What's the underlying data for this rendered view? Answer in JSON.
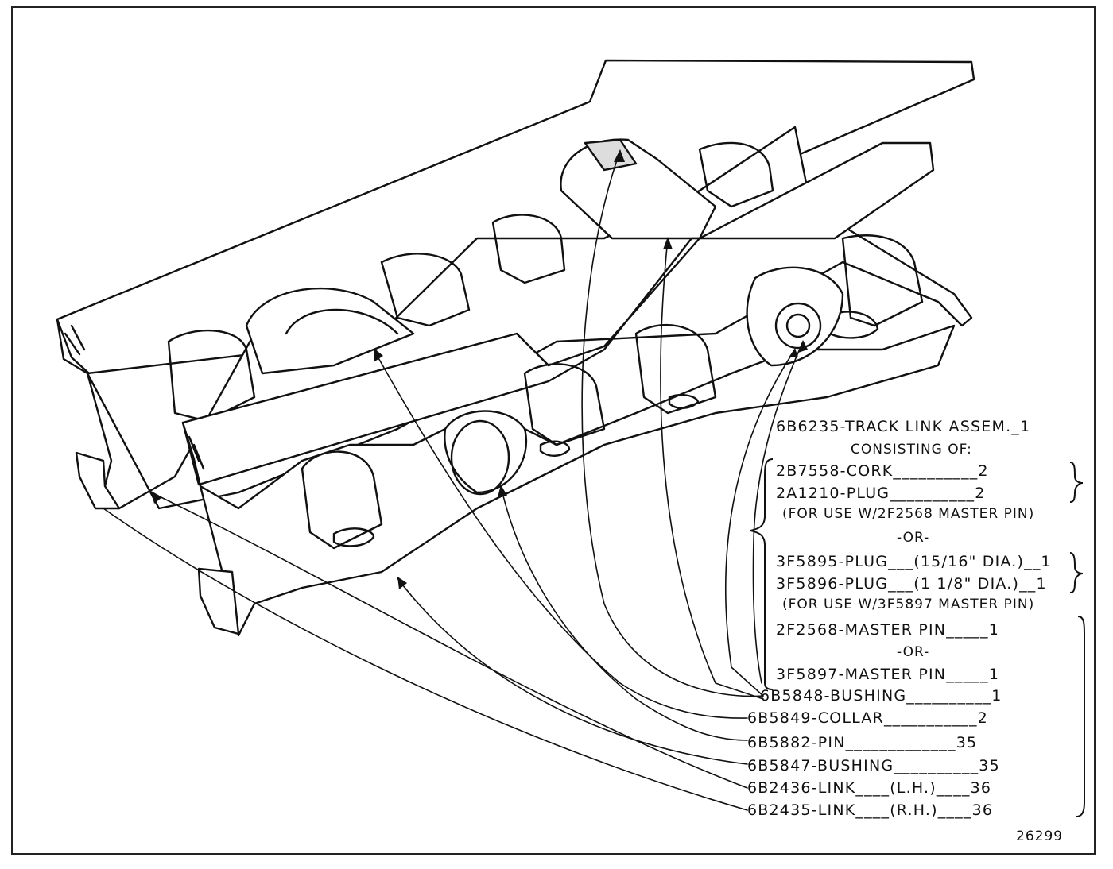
{
  "assembly": "6B6235-TRACK LINK ASSEM._1",
  "consisting": "CONSISTING OF:",
  "parts": {
    "cork": "2B7558-CORK__________2",
    "plug_a": "2A1210-PLUG__________2",
    "use_a": "(FOR USE W/2F2568 MASTER PIN)",
    "or1": "-OR-",
    "plug_b1": "3F5895-PLUG___(15/16\" DIA.)__1",
    "plug_b2": "3F5896-PLUG___(1 1/8\" DIA.)__1",
    "use_b": "(FOR USE W/3F5897 MASTER PIN)",
    "master1": "2F2568-MASTER PIN_____1",
    "or2": "-OR-",
    "master2": "3F5897-MASTER  PIN_____1",
    "bushing1": "6B5848-BUSHING__________1",
    "collar": "6B5849-COLLAR___________2",
    "pin": "6B5882-PIN_____________35",
    "bushing2": "6B5847-BUSHING__________35",
    "link_lh": "6B2436-LINK____(L.H.)____36",
    "link_rh": "6B2435-LINK____(R.H.)____36"
  },
  "figure_number": "26299"
}
